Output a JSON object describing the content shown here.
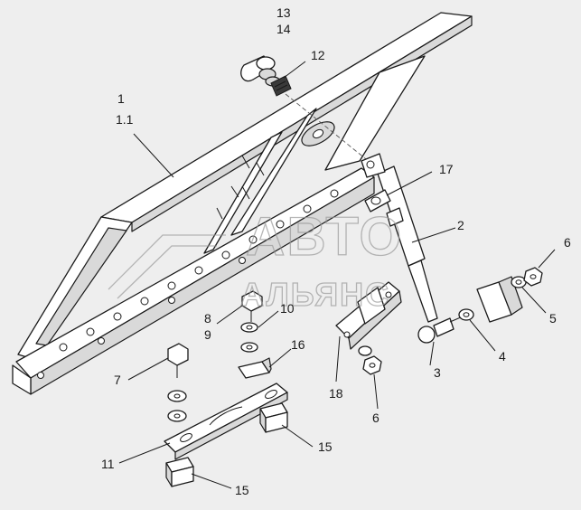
{
  "callouts": {
    "c13": "13",
    "c14": "14",
    "c12": "12",
    "c1": "1",
    "c1_1": "1.1",
    "c17": "17",
    "c2": "2",
    "c6a": "6",
    "c5": "5",
    "c4": "4",
    "c3": "3",
    "c8": "8",
    "c9": "9",
    "c10": "10",
    "c16": "16",
    "c7": "7",
    "c18": "18",
    "c6b": "6",
    "c11": "11",
    "c15a": "15",
    "c15b": "15"
  },
  "watermark": {
    "line1": "АВТО",
    "line2": "АЛЬЯНС"
  },
  "colors": {
    "background": "#eeeeee",
    "ink": "#1a1a1a",
    "watermark": "#9a9a9a"
  }
}
